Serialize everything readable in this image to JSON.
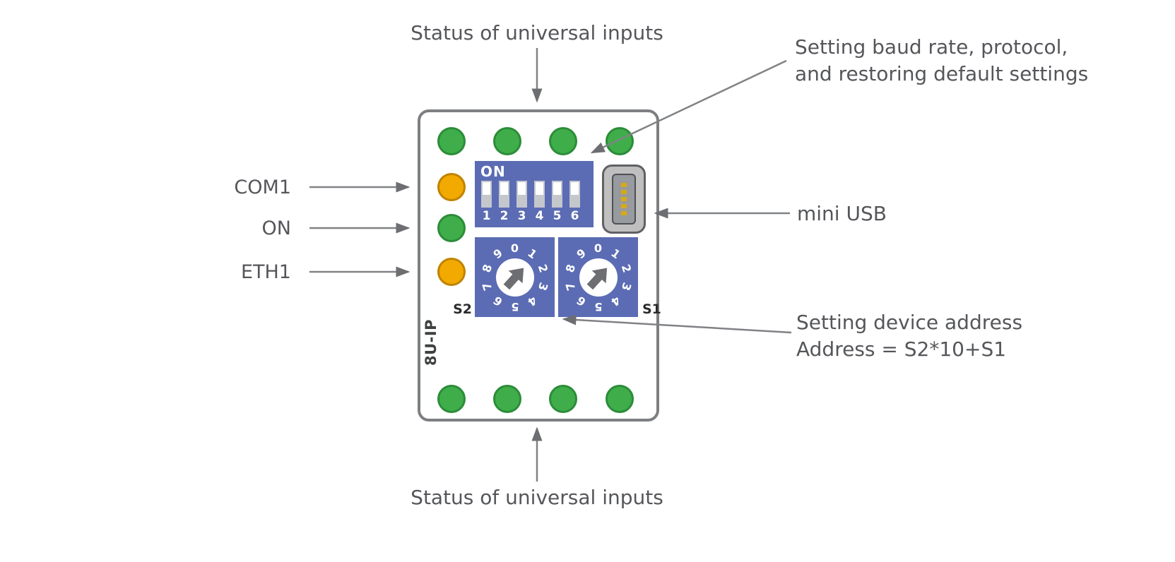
{
  "annotations": {
    "top_status": "Status of universal inputs",
    "bottom_status": "Status of universal inputs",
    "baud": {
      "line1": "Setting baud rate, protocol,",
      "line2": "and restoring default settings"
    },
    "mini_usb": "mini USB",
    "address": {
      "line1": "Setting device address",
      "line2": "Address = S2*10+S1"
    },
    "com1": "COM1",
    "on": "ON",
    "eth1": "ETH1"
  },
  "device": {
    "model": "8U-IP",
    "dip": {
      "on_label": "ON",
      "switches": [
        "1",
        "2",
        "3",
        "4",
        "5",
        "6"
      ]
    },
    "rotary": {
      "digits": [
        "0",
        "1",
        "2",
        "3",
        "4",
        "5",
        "6",
        "7",
        "8",
        "9"
      ],
      "s2": "S2",
      "s1": "S1"
    }
  },
  "colors": {
    "led_green": "#3fae4a",
    "led_orange": "#f2a900",
    "switch_blue": "#5b6cb4",
    "line_gray": "#76777a",
    "text_gray": "#55565a",
    "usb_pin_gold": "#d8a915"
  }
}
